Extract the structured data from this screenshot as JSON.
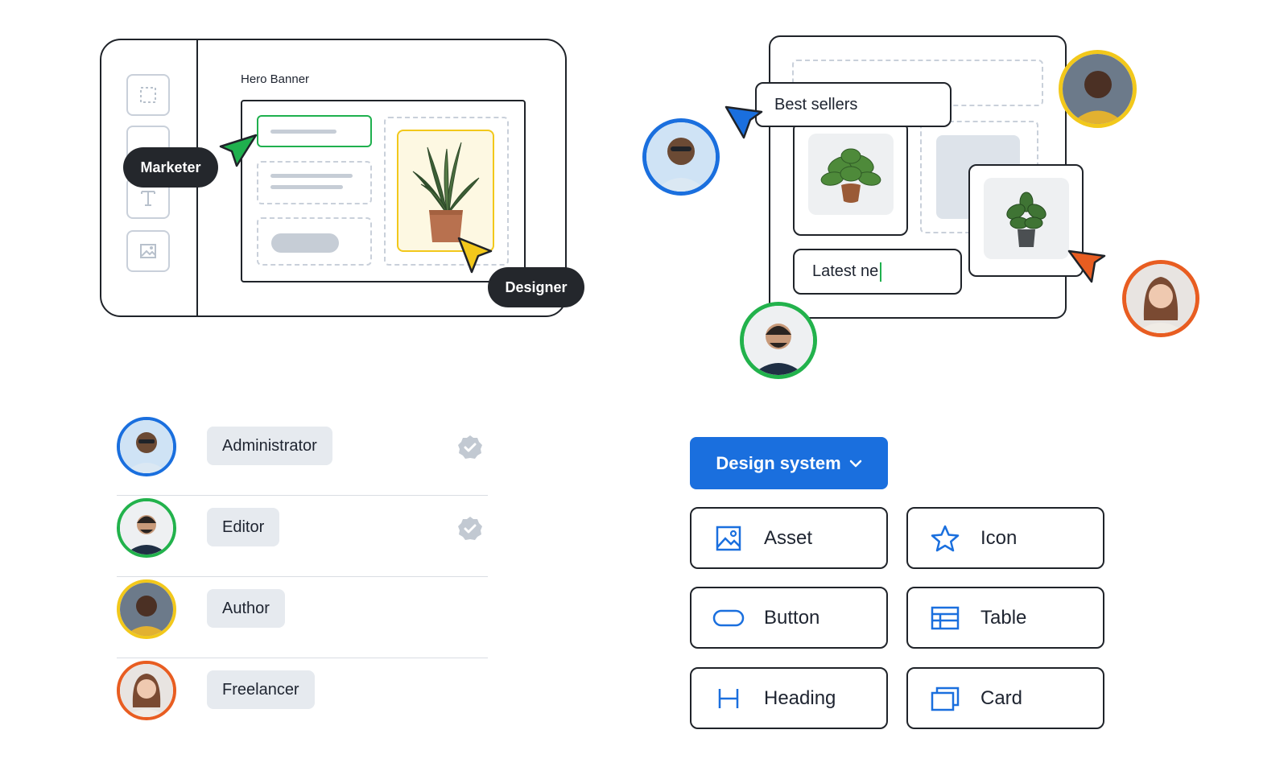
{
  "editor": {
    "section_label": "Hero Banner",
    "tools": [
      "selection-icon",
      "square-icon",
      "text-icon",
      "image-icon"
    ],
    "roles_shown": {
      "marketer": "Marketer",
      "designer": "Designer"
    },
    "cursor_colors": {
      "marketer": "#1fb04e",
      "designer": "#f2c81b"
    }
  },
  "collab": {
    "best_sellers": "Best sellers",
    "typing_text": "Latest ne",
    "avatar_colors": [
      "#1a6fde",
      "#f2c81b",
      "#e85d21",
      "#22b24c"
    ]
  },
  "roles": [
    {
      "label": "Administrator",
      "ring": "#1a6fde",
      "verified": true
    },
    {
      "label": "Editor",
      "ring": "#22b24c",
      "verified": true
    },
    {
      "label": "Author",
      "ring": "#f2c81b",
      "verified": false
    },
    {
      "label": "Freelancer",
      "ring": "#e85d21",
      "verified": false
    }
  ],
  "design_system": {
    "button_label": "Design system",
    "accent": "#1a6fde",
    "items": [
      {
        "label": "Asset",
        "icon": "image-icon"
      },
      {
        "label": "Icon",
        "icon": "star-icon"
      },
      {
        "label": "Button",
        "icon": "pill-icon"
      },
      {
        "label": "Table",
        "icon": "table-icon"
      },
      {
        "label": "Heading",
        "icon": "heading-icon"
      },
      {
        "label": "Card",
        "icon": "card-icon"
      }
    ]
  }
}
